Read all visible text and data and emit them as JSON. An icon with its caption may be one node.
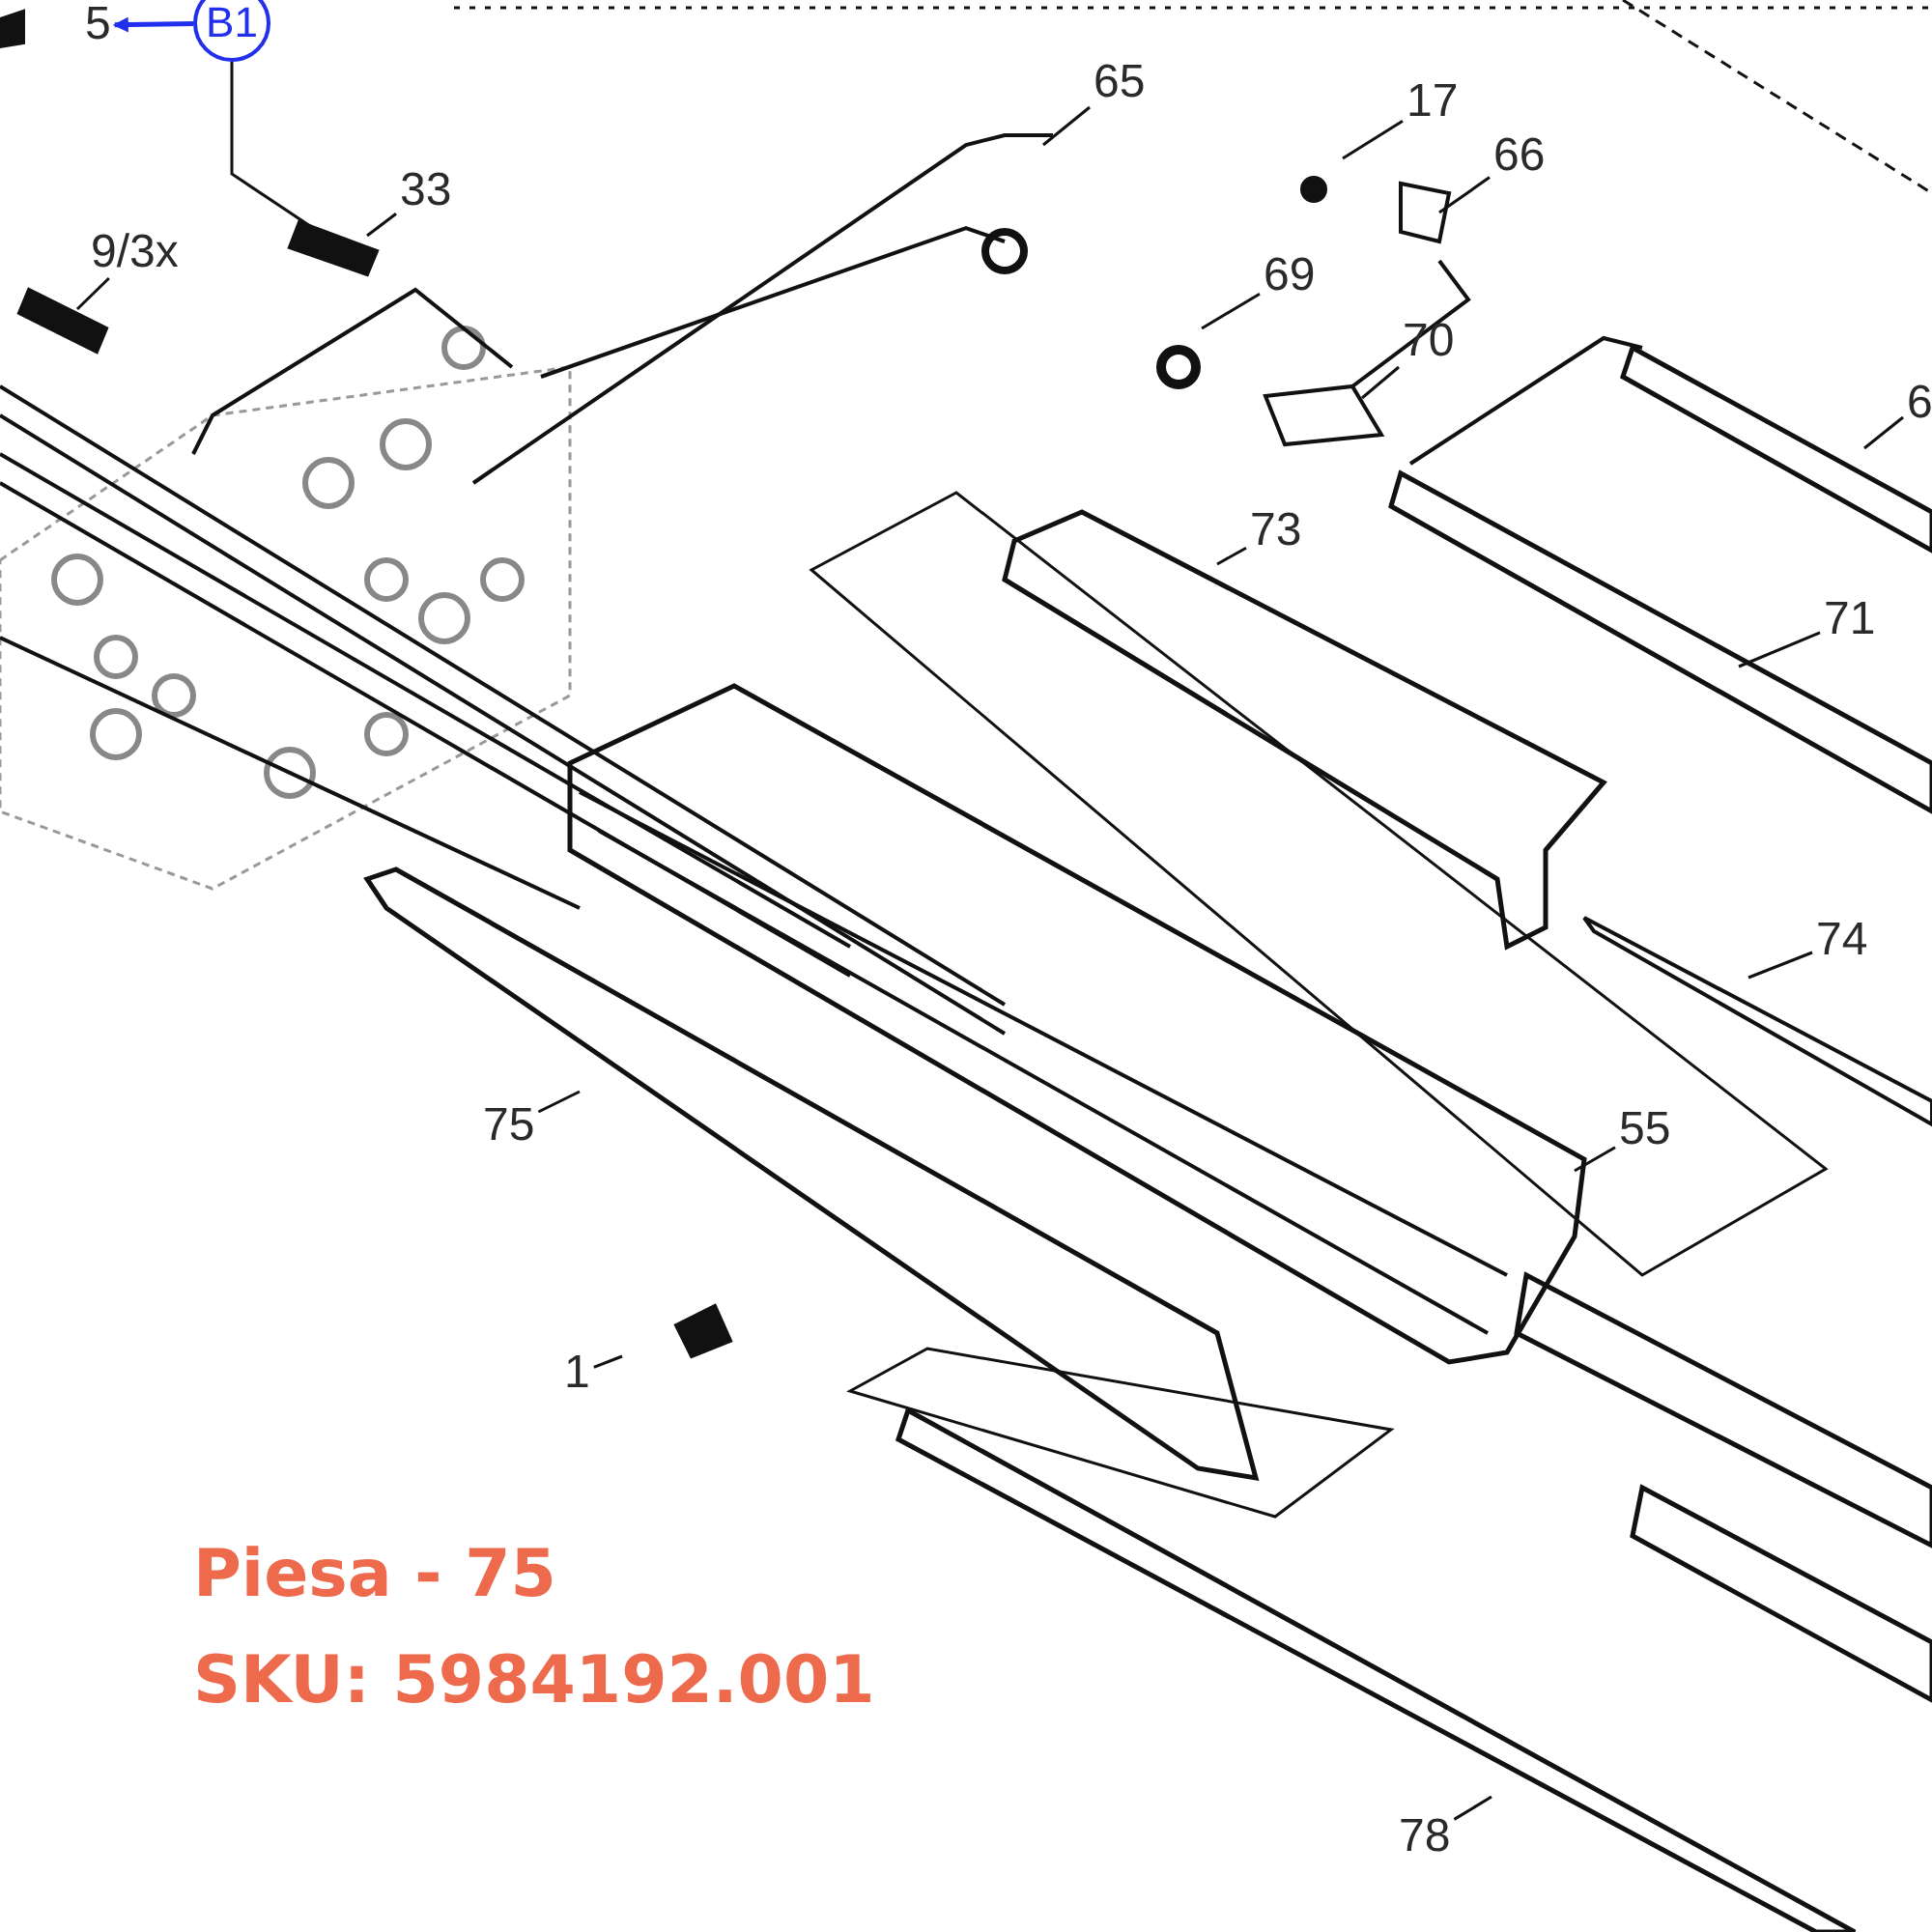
{
  "diagram": {
    "nodes": [
      {
        "text": [
          "5"
        ]
      },
      {
        "text": [
          "B1"
        ]
      },
      {
        "text": [
          "33"
        ]
      },
      {
        "text": [
          "9/3x"
        ]
      },
      {
        "text": [
          "65"
        ]
      },
      {
        "text": [
          "17"
        ]
      },
      {
        "text": [
          "66"
        ]
      },
      {
        "text": [
          "69"
        ]
      },
      {
        "text": [
          "70"
        ]
      },
      {
        "text": [
          "6"
        ]
      },
      {
        "text": [
          "73"
        ]
      },
      {
        "text": [
          "71"
        ]
      },
      {
        "text": [
          "74"
        ]
      },
      {
        "text": [
          "55"
        ]
      },
      {
        "text": [
          "75"
        ]
      },
      {
        "text": [
          "1"
        ]
      },
      {
        "text": [
          "78"
        ]
      }
    ],
    "edges": [
      {
        "from": 1,
        "to": 0,
        "arrow": "to",
        "color": "#2230ee"
      },
      {
        "from": 1,
        "to": null,
        "arrow": "none"
      },
      {
        "from": 2,
        "to": null,
        "arrow": "none"
      },
      {
        "from": 3,
        "to": null,
        "arrow": "none"
      },
      {
        "from": 4,
        "to": null,
        "arrow": "none"
      },
      {
        "from": 5,
        "to": null,
        "arrow": "none"
      },
      {
        "from": 6,
        "to": null,
        "arrow": "none"
      },
      {
        "from": 7,
        "to": null,
        "arrow": "none"
      },
      {
        "from": 8,
        "to": null,
        "arrow": "none"
      },
      {
        "from": 9,
        "to": null,
        "arrow": "none"
      },
      {
        "from": 10,
        "to": null,
        "arrow": "none"
      },
      {
        "from": 11,
        "to": null,
        "arrow": "none"
      },
      {
        "from": 12,
        "to": null,
        "arrow": "none"
      },
      {
        "from": 13,
        "to": null,
        "arrow": "none"
      },
      {
        "from": 14,
        "to": null,
        "arrow": "none"
      },
      {
        "from": 15,
        "to": null,
        "arrow": "none"
      },
      {
        "from": 16,
        "to": null,
        "arrow": "none"
      }
    ],
    "labels": [
      "Piesa - 75",
      "SKU: 5984192.001"
    ]
  }
}
